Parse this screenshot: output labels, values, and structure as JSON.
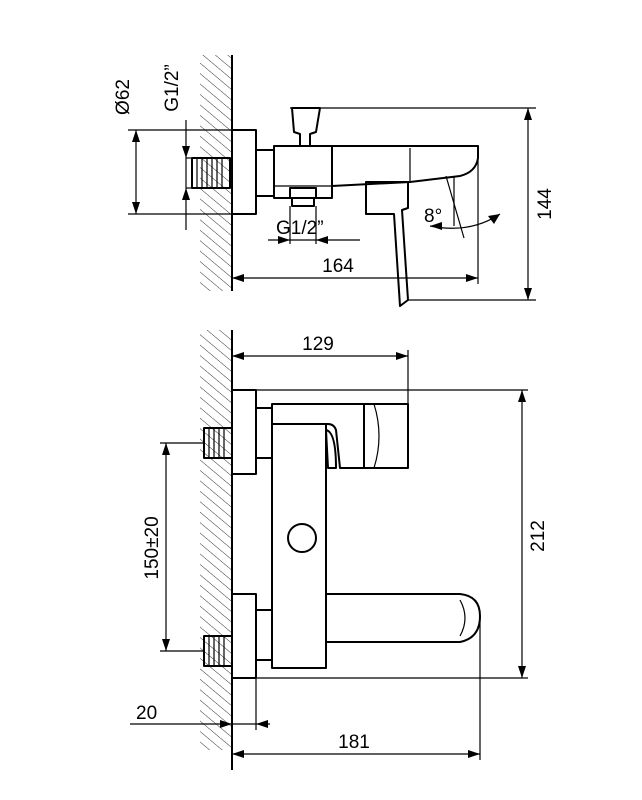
{
  "side_view": {
    "diameter_label": "Ø62",
    "thread_inlet_label": "G1/2”",
    "thread_outlet_label": "G1/2”",
    "angle_label": "8°",
    "depth_label": "164",
    "height_label": "144"
  },
  "front_view": {
    "spout_reach_label": "129",
    "centers_label": "150±20",
    "total_height_label": "212",
    "offset_label": "20",
    "total_width_label": "181"
  }
}
